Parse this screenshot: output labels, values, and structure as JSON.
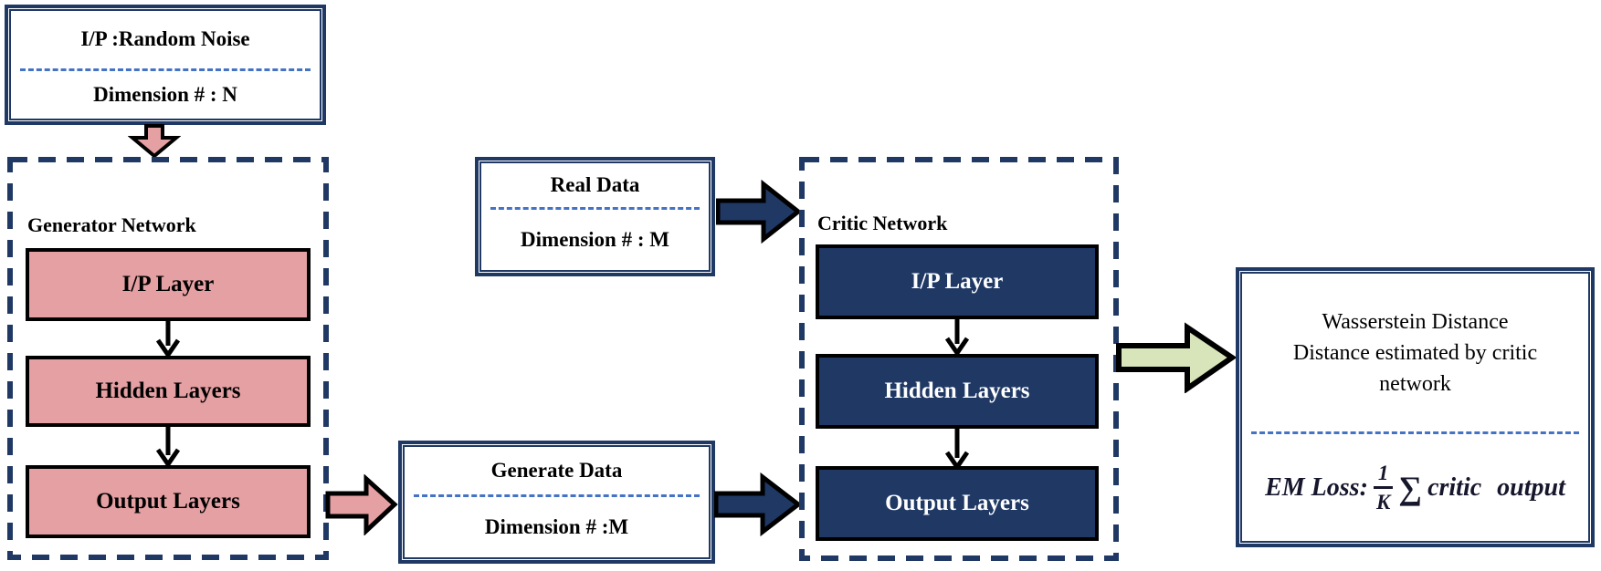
{
  "colors": {
    "navy": "#1f3864",
    "pink": "#e5a0a3",
    "green": "#d8e5ba",
    "blue": "#4472c4",
    "black": "#000000",
    "white-text": "#ffffff"
  },
  "noise_box": {
    "title": "I/P :Random Noise",
    "subtitle": "Dimension # : N"
  },
  "generator": {
    "label": "Generator Network",
    "layers": [
      "I/P Layer",
      "Hidden Layers",
      "Output Layers"
    ]
  },
  "real_data_box": {
    "title": "Real Data",
    "subtitle": "Dimension # : M"
  },
  "generate_data_box": {
    "title": "Generate Data",
    "subtitle": "Dimension # :M"
  },
  "critic": {
    "label": "Critic Network",
    "layers": [
      "I/P Layer",
      "Hidden Layers",
      "Output Layers"
    ]
  },
  "wasserstein_box": {
    "title_lines": [
      "Wasserstein Distance",
      "Distance estimated by critic",
      "network"
    ],
    "formula": {
      "prefix": "EM Loss:",
      "numerator": "1",
      "denominator": "K",
      "sum_symbol": "∑",
      "suffix": "critic output"
    }
  }
}
